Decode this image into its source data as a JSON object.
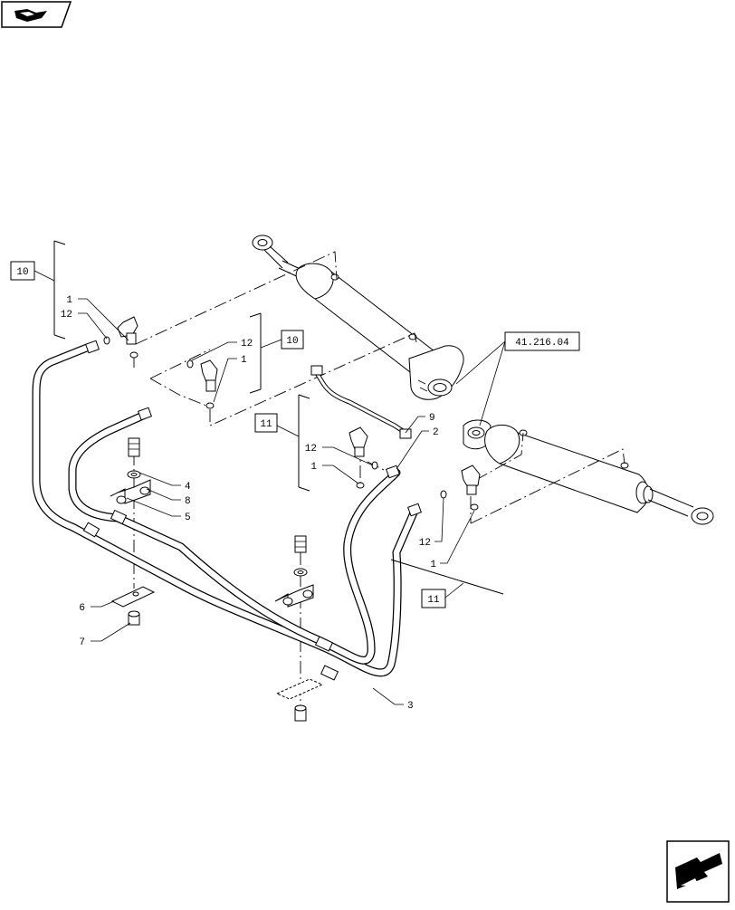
{
  "nav": {
    "top_left_icon": "book-icon",
    "bottom_right_icon": "arrow-icon"
  },
  "references": {
    "ref_10_left": "10",
    "ref_10_right": "10",
    "ref_11_left": "11",
    "ref_11_right": "11",
    "ref_41": "41.216.04"
  },
  "callouts": {
    "c1_left": "1",
    "c12_left": "12",
    "c12_mid": "12",
    "c1_mid": "1",
    "c12_center": "12",
    "c1_center": "1",
    "c9": "9",
    "c2": "2",
    "c4": "4",
    "c8": "8",
    "c5": "5",
    "c6": "6",
    "c7": "7",
    "c12_right": "12",
    "c1_right": "1",
    "c3": "3"
  }
}
